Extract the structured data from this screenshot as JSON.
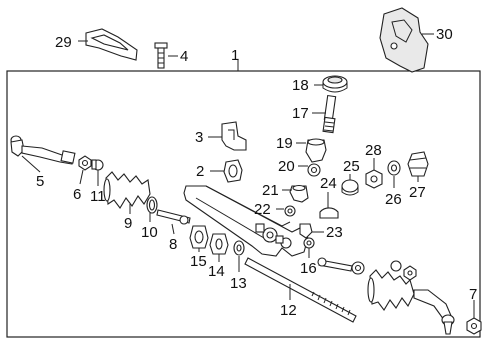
{
  "callouts": {
    "c1": "1",
    "c2": "2",
    "c3": "3",
    "c4": "4",
    "c5": "5",
    "c6": "6",
    "c7": "7",
    "c8": "8",
    "c9": "9",
    "c10": "10",
    "c11": "11",
    "c12": "12",
    "c13": "13",
    "c14": "14",
    "c15": "15",
    "c16": "16",
    "c17": "17",
    "c18": "18",
    "c19": "19",
    "c20": "20",
    "c21": "21",
    "c22": "22",
    "c23": "23",
    "c24": "24",
    "c25": "25",
    "c26": "26",
    "c27": "27",
    "c28": "28",
    "c29": "29",
    "c30": "30"
  },
  "colors": {
    "line": "#222222",
    "background": "#ffffff",
    "part_shade": "#e9e9e9"
  }
}
